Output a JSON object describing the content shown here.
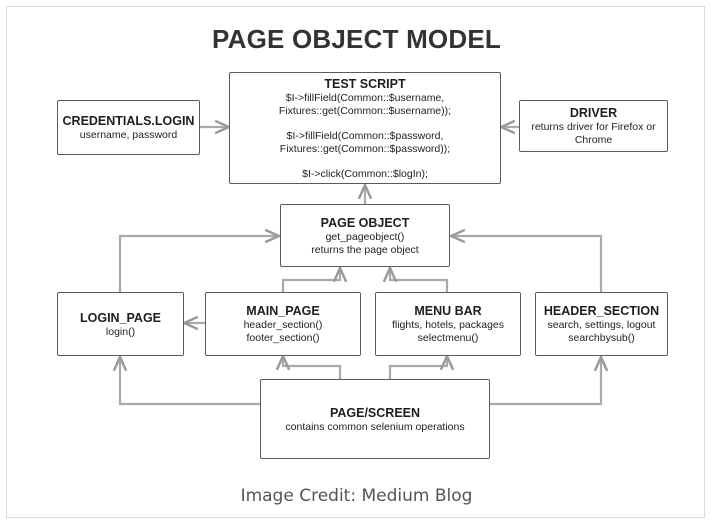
{
  "title": "PAGE OBJECT MODEL",
  "boxes": {
    "test_script": {
      "heading": "TEST SCRIPT",
      "lines": [
        "$I->fillField(Common::$username,",
        "Fixtures::get(Common::$username));",
        "$I->fillField(Common::$password,",
        "Fixtures::get(Common::$password));",
        "$I->click(Common::$logIn);"
      ]
    },
    "credentials": {
      "heading": "CREDENTIALS.LOGIN",
      "lines": [
        "username, password"
      ]
    },
    "driver": {
      "heading": "DRIVER",
      "lines": [
        "returns driver for Firefox or",
        "Chrome"
      ]
    },
    "page_object": {
      "heading": "PAGE OBJECT",
      "lines": [
        "get_pageobject()",
        "returns the page object"
      ]
    },
    "login_page": {
      "heading": "LOGIN_PAGE",
      "lines": [
        "login()"
      ]
    },
    "main_page": {
      "heading": "MAIN_PAGE",
      "lines": [
        "header_section()",
        "footer_section()"
      ]
    },
    "menu_bar": {
      "heading": "MENU BAR",
      "lines": [
        "flights, hotels, packages",
        "selectmenu()"
      ]
    },
    "header_section": {
      "heading": "HEADER_SECTION",
      "lines": [
        "search, settings, logout",
        "searchbysub()"
      ]
    },
    "page_screen": {
      "heading": "PAGE/SCREEN",
      "lines": [
        "contains common selenium operations"
      ]
    }
  },
  "caption": "Image Credit: Medium Blog",
  "colors": {
    "line": "#aaaaaa",
    "box_border": "#5a5a5a"
  }
}
